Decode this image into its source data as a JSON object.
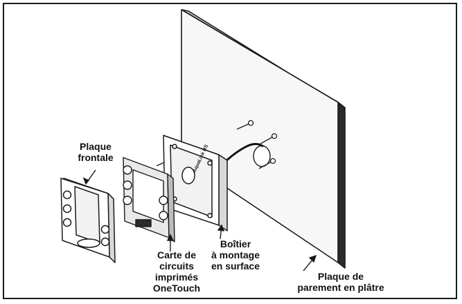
{
  "labels": {
    "front_plate": [
      "Plaque",
      "frontale"
    ],
    "circuit_board": [
      "Carte de",
      "circuits",
      "imprimés",
      "OneTouch"
    ],
    "surface_box": [
      "Boîtier",
      "à montage",
      "en surface"
    ],
    "drywall_plate": [
      "Plaque de",
      "parement en plâtre"
    ]
  },
  "box_marking": "AquaLink RS",
  "colors": {
    "line": "#1a1a1a",
    "wall_fill": "#f7f7f7",
    "wall_shadow": "#2a2a2a",
    "part_fill": "#ffffff",
    "board_fill": "#e9e9e9"
  }
}
